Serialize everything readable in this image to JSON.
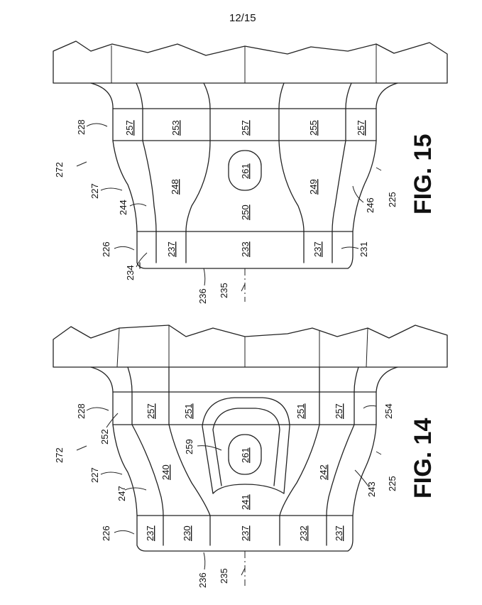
{
  "sheet": {
    "page": "12/15"
  },
  "figures": [
    {
      "name": "fig15",
      "title": "FIG. 15",
      "labels": {
        "272": "272",
        "228": "228",
        "227": "227",
        "244": "244",
        "226": "226",
        "234": "234",
        "236": "236",
        "235": "235",
        "225": "225",
        "246": "246",
        "231": "231",
        "257a": "257",
        "253": "253",
        "257b": "257",
        "255": "255",
        "257c": "257",
        "248": "248",
        "261": "261",
        "250": "250",
        "249": "249",
        "237a": "237",
        "233": "233",
        "237b": "237"
      }
    },
    {
      "name": "fig14",
      "title": "FIG. 14",
      "labels": {
        "272": "272",
        "228": "228",
        "252": "252",
        "227": "227",
        "247": "247",
        "226": "226",
        "236": "236",
        "235": "235",
        "225": "225",
        "243": "243",
        "254": "254",
        "257a": "257",
        "251a": "251",
        "251b": "251",
        "257b": "257",
        "259": "259",
        "261": "261",
        "240": "240",
        "241": "241",
        "242": "242",
        "237a": "237",
        "230": "230",
        "237b": "237",
        "232": "232",
        "237c": "237"
      }
    }
  ]
}
